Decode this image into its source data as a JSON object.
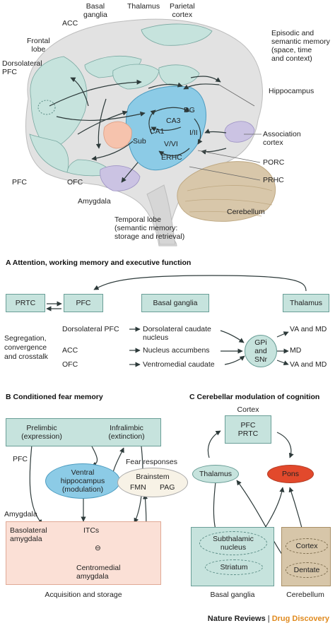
{
  "brain": {
    "basal_ganglia": "Basal\nganglia",
    "thalamus": "Thalamus",
    "parietal_cortex": "Parietal\ncortex",
    "acc": "ACC",
    "frontal_lobe": "Frontal\nlobe",
    "dorsolateral_pfc": "Dorsolateral\nPFC",
    "episodic": "Episodic and\nsemantic memory\n(space, time\nand context)",
    "hippocampus": "Hippocampus",
    "dg": "DG",
    "ca3": "CA3",
    "ca1": "CA1",
    "sub": "Sub",
    "i_ii": "I/II",
    "v_vi": "V/VI",
    "erhc": "ERHC",
    "association_cortex": "Association\ncortex",
    "porc": "PORC",
    "prhc": "PRHC",
    "pfc": "PFC",
    "ofc": "OFC",
    "amygdala": "Amygdala",
    "cerebellum": "Cerebellum",
    "temporal_lobe": "Temporal lobe\n(semantic memory:\nstorage and retrieval)"
  },
  "panel_a": {
    "title": "A  Attention, working memory and executive function",
    "prtc": "PRTC",
    "pfc": "PFC",
    "basal_ganglia": "Basal ganglia",
    "thalamus": "Thalamus",
    "segregation": "Segregation,\nconvergence\nand crosstalk",
    "dorsolateral_pfc": "Dorsolateral PFC",
    "acc": "ACC",
    "ofc": "OFC",
    "dorsolateral_caudate": "Dorsolateral caudate\nnucleus",
    "nucleus_accumbens": "Nucleus accumbens",
    "ventromedial_caudate": "Ventromedial caudate",
    "gpi_snr": "GPi\nand\nSNr",
    "va_md_1": "VA and MD",
    "md": "MD",
    "va_md_2": "VA and MD"
  },
  "panel_b": {
    "title": "B  Conditioned fear memory",
    "prelimbic": "Prelimbic\n(expression)",
    "infralimbic": "Infralimbic\n(extinction)",
    "pfc": "PFC",
    "ventral_hippocampus": "Ventral\nhippocampus\n(modulation)",
    "fear_responses": "Fear responses",
    "brainstem": "Brainstem",
    "fmn": "FMN",
    "pag": "PAG",
    "amygdala": "Amygdala",
    "basolateral": "Basolateral\namygdala",
    "itcs": "ITCs",
    "minus": "⊖",
    "centromedial": "Centromedial\namygdala",
    "acquisition": "Acquisition and storage"
  },
  "panel_c": {
    "title": "C  Cerebellar modulation of cognition",
    "cortex": "Cortex",
    "pfc_prtc": "PFC\nPRTC",
    "thalamus": "Thalamus",
    "pons": "Pons",
    "subthalamic": "Subthalamic\nnucleus",
    "striatum": "Striatum",
    "cortex2": "Cortex",
    "dentate": "Dentate",
    "basal_ganglia": "Basal ganglia",
    "cerebellum": "Cerebellum"
  },
  "footer": {
    "nature_reviews": "Nature Reviews",
    "separator": " | ",
    "drug_discovery": "Drug Discovery"
  },
  "colors": {
    "teal_fill": "#c6e3dd",
    "hippo_blue": "#8ccbe6",
    "amygdala_salmon": "#f6c3ad",
    "lavender": "#cbc3e3",
    "brain_grey": "#e1e1e1",
    "cerebellum_tan": "#d7c6a9",
    "fear_pink": "#fbe0d6",
    "pons_red": "#e2492c",
    "accent_orange": "#e08a1e"
  }
}
